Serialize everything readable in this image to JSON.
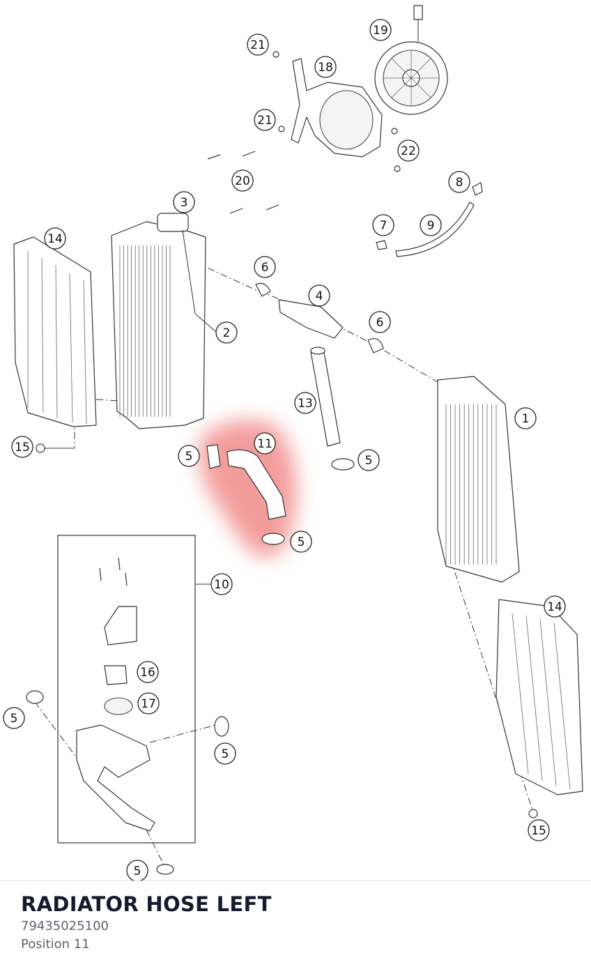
{
  "part": {
    "title": "RADIATOR HOSE LEFT",
    "number": "79435025100",
    "position": "Position 11"
  },
  "diagram": {
    "highlight_color": "#f07c7c",
    "highlighted_item": "11",
    "callouts": [
      {
        "id": "c21a",
        "label": "21"
      },
      {
        "id": "c19",
        "label": "19"
      },
      {
        "id": "c18",
        "label": "18"
      },
      {
        "id": "c21b",
        "label": "21"
      },
      {
        "id": "c22",
        "label": "22"
      },
      {
        "id": "c20",
        "label": "20"
      },
      {
        "id": "c8",
        "label": "8"
      },
      {
        "id": "c3",
        "label": "3"
      },
      {
        "id": "c7",
        "label": "7"
      },
      {
        "id": "c9",
        "label": "9"
      },
      {
        "id": "c14a",
        "label": "14"
      },
      {
        "id": "c6a",
        "label": "6"
      },
      {
        "id": "c4",
        "label": "4"
      },
      {
        "id": "c2",
        "label": "2"
      },
      {
        "id": "c6b",
        "label": "6"
      },
      {
        "id": "c13",
        "label": "13"
      },
      {
        "id": "c1",
        "label": "1"
      },
      {
        "id": "c15a",
        "label": "15"
      },
      {
        "id": "c5a",
        "label": "5"
      },
      {
        "id": "c11",
        "label": "11"
      },
      {
        "id": "c5b",
        "label": "5"
      },
      {
        "id": "c5c",
        "label": "5"
      },
      {
        "id": "c10",
        "label": "10"
      },
      {
        "id": "c14b",
        "label": "14"
      },
      {
        "id": "c16",
        "label": "16"
      },
      {
        "id": "c17",
        "label": "17"
      },
      {
        "id": "c5d",
        "label": "5"
      },
      {
        "id": "c5e",
        "label": "5"
      },
      {
        "id": "c15b",
        "label": "15"
      },
      {
        "id": "c5f",
        "label": "5"
      }
    ]
  }
}
